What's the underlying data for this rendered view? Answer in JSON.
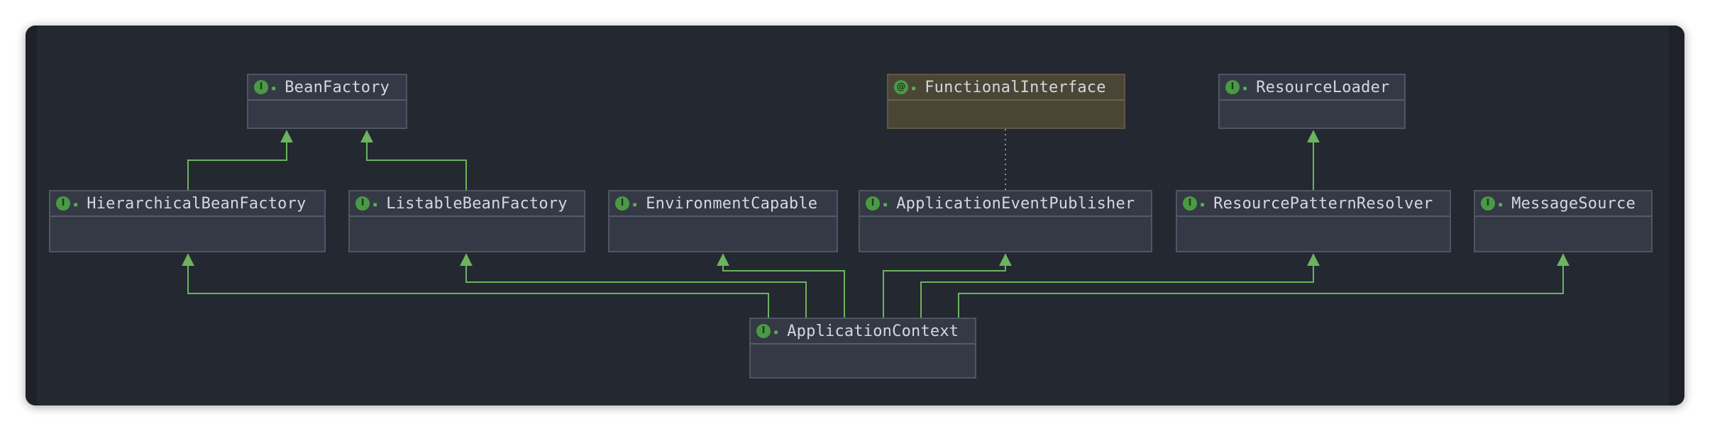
{
  "diagram": {
    "nodes": [
      {
        "id": "BeanFactory",
        "label": "BeanFactory",
        "kind": "interface",
        "badge": "I"
      },
      {
        "id": "FunctionalInterface",
        "label": "FunctionalInterface",
        "kind": "annotation",
        "badge": "@"
      },
      {
        "id": "ResourceLoader",
        "label": "ResourceLoader",
        "kind": "interface",
        "badge": "I"
      },
      {
        "id": "HierarchicalBeanFactory",
        "label": "HierarchicalBeanFactory",
        "kind": "interface",
        "badge": "I"
      },
      {
        "id": "ListableBeanFactory",
        "label": "ListableBeanFactory",
        "kind": "interface",
        "badge": "I"
      },
      {
        "id": "EnvironmentCapable",
        "label": "EnvironmentCapable",
        "kind": "interface",
        "badge": "I"
      },
      {
        "id": "ApplicationEventPublisher",
        "label": "ApplicationEventPublisher",
        "kind": "interface",
        "badge": "I"
      },
      {
        "id": "ResourcePatternResolver",
        "label": "ResourcePatternResolver",
        "kind": "interface",
        "badge": "I"
      },
      {
        "id": "MessageSource",
        "label": "MessageSource",
        "kind": "interface",
        "badge": "I"
      },
      {
        "id": "ApplicationContext",
        "label": "ApplicationContext",
        "kind": "interface",
        "badge": "I"
      }
    ],
    "edges": [
      {
        "from": "HierarchicalBeanFactory",
        "to": "BeanFactory",
        "type": "extends"
      },
      {
        "from": "ListableBeanFactory",
        "to": "BeanFactory",
        "type": "extends"
      },
      {
        "from": "ResourcePatternResolver",
        "to": "ResourceLoader",
        "type": "extends"
      },
      {
        "from": "ApplicationEventPublisher",
        "to": "FunctionalInterface",
        "type": "annotated-by"
      },
      {
        "from": "ApplicationContext",
        "to": "HierarchicalBeanFactory",
        "type": "extends"
      },
      {
        "from": "ApplicationContext",
        "to": "ListableBeanFactory",
        "type": "extends"
      },
      {
        "from": "ApplicationContext",
        "to": "EnvironmentCapable",
        "type": "extends"
      },
      {
        "from": "ApplicationContext",
        "to": "ApplicationEventPublisher",
        "type": "extends"
      },
      {
        "from": "ApplicationContext",
        "to": "ResourcePatternResolver",
        "type": "extends"
      },
      {
        "from": "ApplicationContext",
        "to": "MessageSource",
        "type": "extends"
      }
    ],
    "colors": {
      "background": "#242830",
      "node_fill": "#343945",
      "annotation_fill": "#4a4636",
      "edge": "#6cb45f",
      "annotation_edge": "#8a8d95",
      "badge": "#4a9a45"
    }
  }
}
